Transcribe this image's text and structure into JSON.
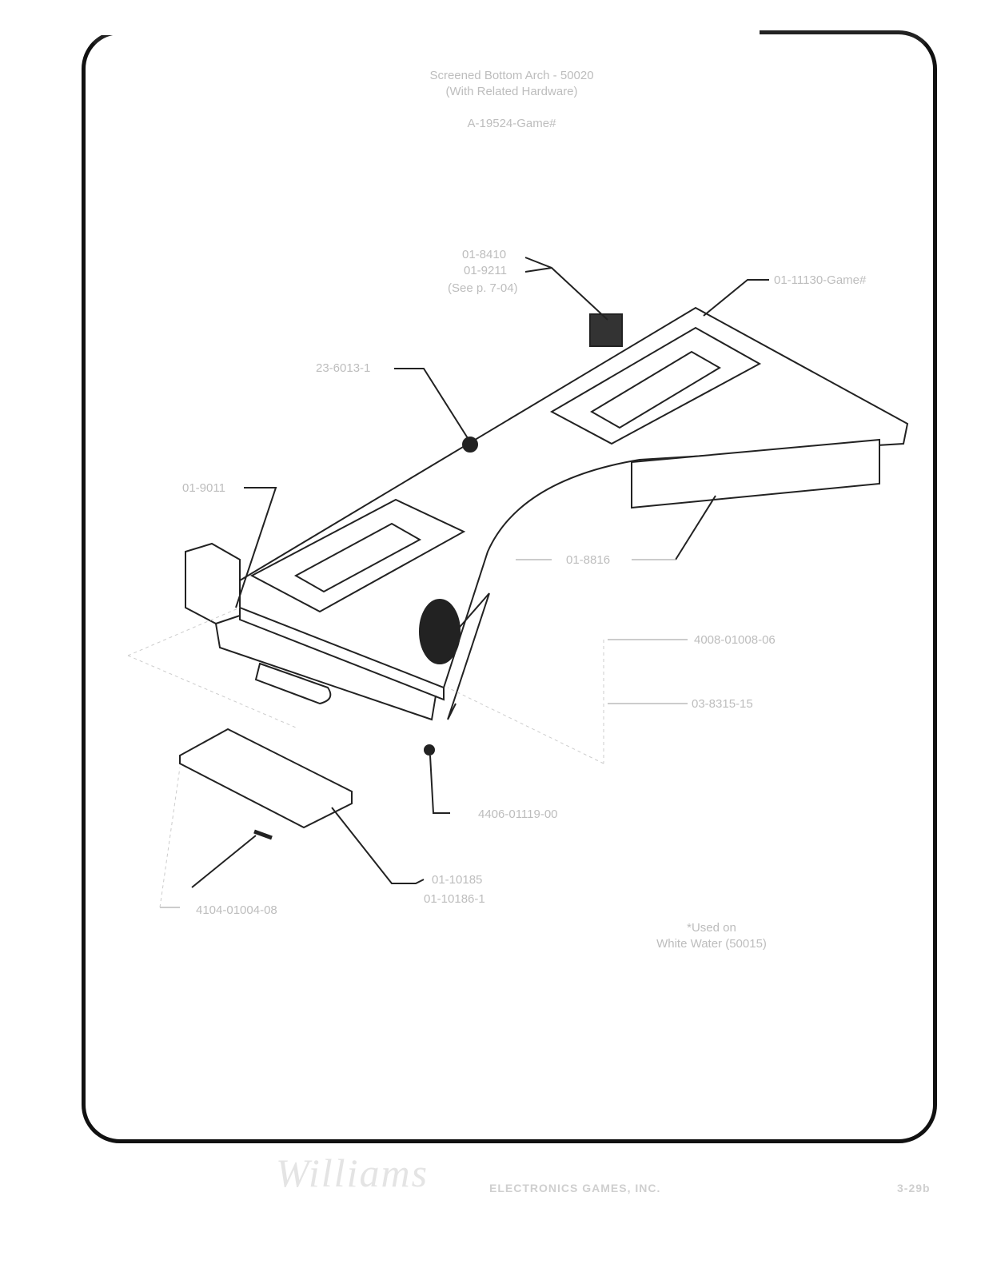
{
  "title": {
    "line1": "Screened Bottom Arch - 50020",
    "line2": "(With Related Hardware)",
    "part": "A-19524-Game#"
  },
  "callouts": {
    "bracket_a": "01-8410",
    "bracket_b": "01-9211",
    "bracket_note": "(See p. 7-04)",
    "arch": "01-11130-Game#",
    "bumper": "23-6013-1",
    "side_bracket": "01-9011",
    "apron": "01-8816",
    "screw_top": "4008-01008-06",
    "spacer": "03-8315-15",
    "nut": "4406-01119-00",
    "plate_a": "01-10185",
    "plate_b": "01-10186-1",
    "screw_bottom": "4104-01004-08"
  },
  "note": {
    "line1": "*Used on",
    "line2": "White Water (50015)"
  },
  "footer": {
    "logo": "Williams",
    "company": "ELECTRONICS GAMES, INC.",
    "page": "3-29b"
  }
}
